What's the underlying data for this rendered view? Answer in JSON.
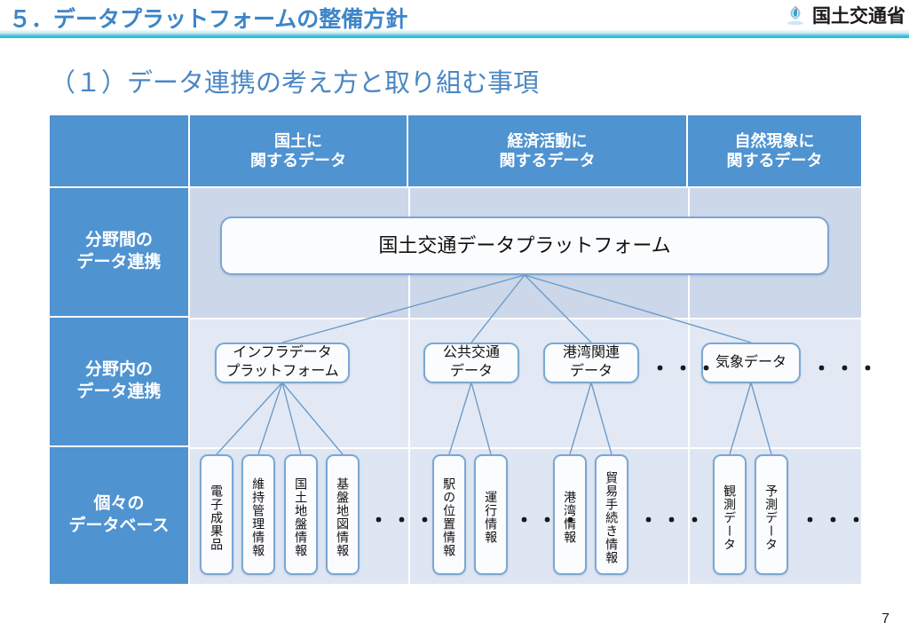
{
  "header": {
    "title": "５．データプラットフォームの整備方針",
    "ministry": "国土交通省",
    "logo_icon": "mlit-emblem-icon"
  },
  "subtitle": "（１）データ連携の考え方と取り組む事項",
  "table": {
    "column_headers": [
      "",
      "国土に\n関するデータ",
      "経済活動に\n関するデータ",
      "自然現象に\n関するデータ"
    ],
    "columns": [
      {
        "line1": "国土に",
        "line2": "関するデータ"
      },
      {
        "line1": "経済活動に",
        "line2": "関するデータ"
      },
      {
        "line1": "自然現象に",
        "line2": "関するデータ"
      }
    ],
    "row_labels": [
      {
        "line1": "分野間の",
        "line2": "データ連携"
      },
      {
        "line1": "分野内の",
        "line2": "データ連携"
      },
      {
        "line1": "個々の",
        "line2": "データベース"
      }
    ]
  },
  "diagram": {
    "platform": "国土交通データプラットフォーム",
    "mid_nodes": [
      {
        "line1": "インフラデータ",
        "line2": "プラットフォーム"
      },
      {
        "line1": "公共交通",
        "line2": "データ"
      },
      {
        "line1": "港湾関連",
        "line2": "データ"
      },
      {
        "line1": "気象データ",
        "line2": ""
      }
    ],
    "mid_ellipses": [
      "・・・",
      "・・・"
    ],
    "databases": [
      "電子成果品",
      "維持管理情報",
      "国土地盤情報",
      "基盤地図情報",
      "駅の位置情報",
      "運行情報",
      "港湾情報",
      "貿易手続き情報",
      "観測データ",
      "予測データ"
    ],
    "db_ellipses": [
      "・・・",
      "・・・",
      "・・・",
      "・・・"
    ]
  },
  "page_number": "7",
  "colors": {
    "header_blue": "#3d85c8",
    "table_header": "#4f93d1",
    "node_border": "#7ba7d4",
    "band_dark": "#ccd7ea",
    "band_light": "#e2e9f5",
    "rule_cyan": "#35bcd6"
  }
}
